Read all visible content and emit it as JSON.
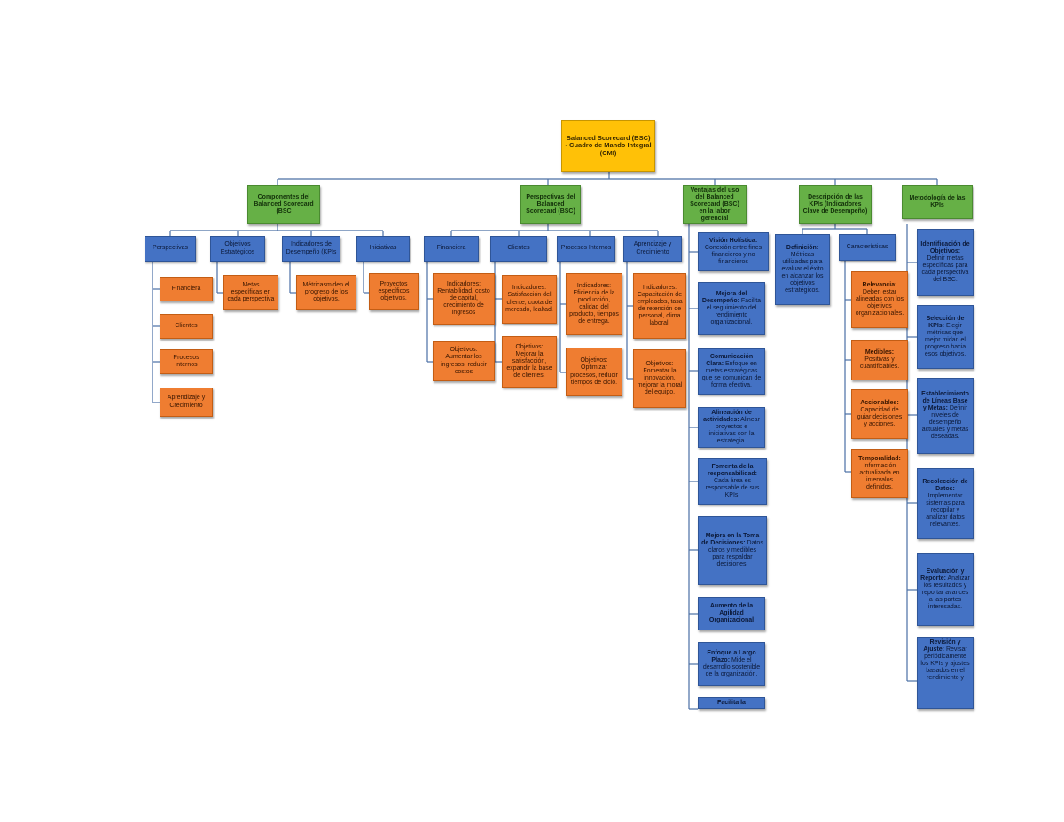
{
  "root": "Balanced Scorecard (BSC) - Cuadro de Mando Integral (CMI)",
  "branches": {
    "componentes": "Componentes del Balanced Scorecard (BSC",
    "perspectivas": "Perspectivas del Balanced Scorecard (BSC)",
    "ventajas": "Ventajas del uso del Balanced Scorecard (BSC) en la labor gerencial",
    "kpis": "Descripción de las KPIs (Indicadores Clave de Desempeño)",
    "metodologia": "Metodología de las KPIs"
  },
  "componentes": {
    "perspectivas": {
      "label": "Perspectivas",
      "items": [
        "Financiera",
        "Clientes",
        "Procesos Internos",
        "Aprendizaje y Crecimiento"
      ]
    },
    "objetivos": {
      "label": "Objetivos Estratégicos",
      "detail": "Metas específicas en cada perspectiva"
    },
    "indicadores": {
      "label": "Indicadores de Desempeño (KPIs",
      "detail": "Métricasmiden el progreso de los objetivos."
    },
    "iniciativas": {
      "label": "Iniciativas",
      "detail": "Proyectos específicos objetivos."
    }
  },
  "perspectivas": {
    "financiera": {
      "label": "Financiera",
      "indicadores": "Indicadores: Rentabilidad, costo de capital, crecimiento de ingresos",
      "objetivos": "Objetivos: Aumentar los ingresos, reducir costos"
    },
    "clientes": {
      "label": "Clientes",
      "indicadores": "Indicadores: Satisfacción del cliente, cuota de mercado, lealtad.",
      "objetivos": "Objetivos: Mejorar la satisfacción, expandir la base de clientes."
    },
    "procesos": {
      "label": "Procesos Internos",
      "indicadores": "Indicadores: Eficiencia de la producción, calidad del producto, tiempos de entrega.",
      "objetivos": "Objetivos: Optimizar procesos, reducir tiempos de ciclo."
    },
    "aprendizaje": {
      "label": "Aprendizaje y Crecimiento",
      "indicadores": "Indicadores: Capacitación de empleados, tasa de retención de personal, clima laboral.",
      "objetivos": "Objetivos: Fomentar la innovación, mejorar la moral del equipo."
    }
  },
  "ventajas": [
    {
      "title": "Visión Holística:",
      "text": "Conexión entre fines financieros y no financieros"
    },
    {
      "title": "Mejora del Desempeño:",
      "text": "Facilita el seguimiento del rendimiento organizacional."
    },
    {
      "title": "Comunicación Clara:",
      "text": "Enfoque en metas estratégicas que se comunican de forma efectiva."
    },
    {
      "title": "Alineación de actividades:",
      "text": "Alinear proyectos e iniciativas con la estrategia."
    },
    {
      "title": "Fomenta de la responsabilidad:",
      "text": "Cada área es responsable de sus KPIs."
    },
    {
      "title": "Mejora en la Toma de Decisiones:",
      "text": "Datos claros y medibles para respaldar decisiones."
    },
    {
      "title": "Aumento de la Agilidad Organizacional",
      "text": ""
    },
    {
      "title": "Enfoque a Largo Plazo:",
      "text": "Mide el desarrollo sostenible de la organización."
    },
    {
      "title": "Facilita la",
      "text": ""
    }
  ],
  "kpis": {
    "definicion": {
      "title": "Definición:",
      "text": "Métricas utilizadas para evaluar el éxito en alcanzar los objetivos estratégicos."
    },
    "caracteristicas": {
      "label": "Características",
      "items": [
        {
          "title": "Relevancia:",
          "text": "Deben estar alineadas con los objetivos organizacionales."
        },
        {
          "title": "Medibles:",
          "text": "Positivas y cuantificables."
        },
        {
          "title": "Accionables:",
          "text": "Capacidad de guiar decisiones y acciones."
        },
        {
          "title": "Temporalidad:",
          "text": "Información actualizada en intervalos definidos."
        }
      ]
    }
  },
  "metodologia": [
    {
      "title": "Identificación de Objetivos:",
      "text": "Definir metas específicas para cada perspectiva del BSC."
    },
    {
      "title": "Selección de KPIs:",
      "text": "Elegir métricas que mejor midan el progreso hacia esos objetivos."
    },
    {
      "title": "Establecimiento de Líneas Base y Metas:",
      "text": "Definir niveles de desempeño actuales y metas deseadas."
    },
    {
      "title": "Recolección de Datos:",
      "text": "Implementar sistemas para recopilar y analizar datos relevantes."
    },
    {
      "title": "Evaluación y Reporte:",
      "text": "Analizar los resultados y reportar avances a las partes interesadas."
    },
    {
      "title": "Revisión y Ajuste:",
      "text": "Revisar periódicamente los KPIs y ajustes basados en el rendimiento y"
    }
  ]
}
